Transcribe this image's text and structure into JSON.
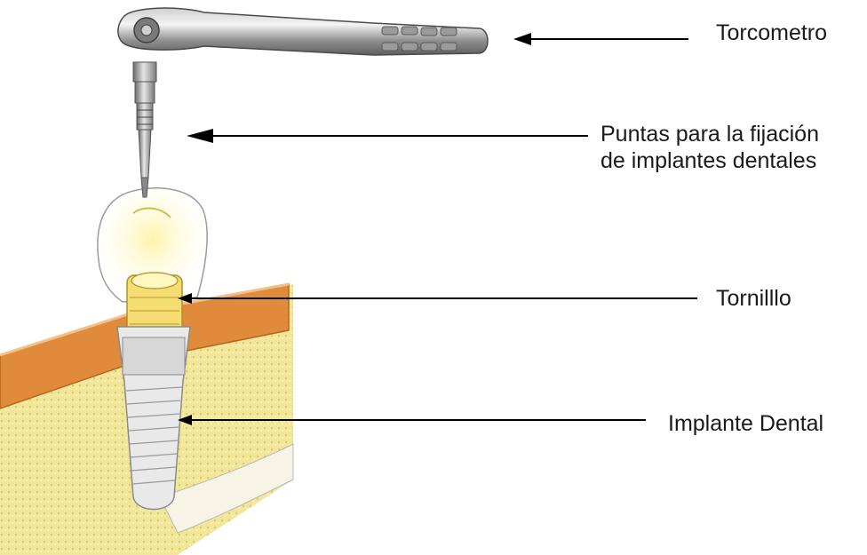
{
  "labels": {
    "torque_wrench": "Torcometro",
    "driver_tips_line1": "Puntas para la fijación",
    "driver_tips_line2": "de implantes dentales",
    "screw": "Tornilllo",
    "implant": "Implante Dental"
  },
  "colors": {
    "arrow": "#000000",
    "gum": "#e08a3c",
    "bone": "#efe08c",
    "metal": "#9a9a9a",
    "crown_highlight": "#fff1a0"
  }
}
